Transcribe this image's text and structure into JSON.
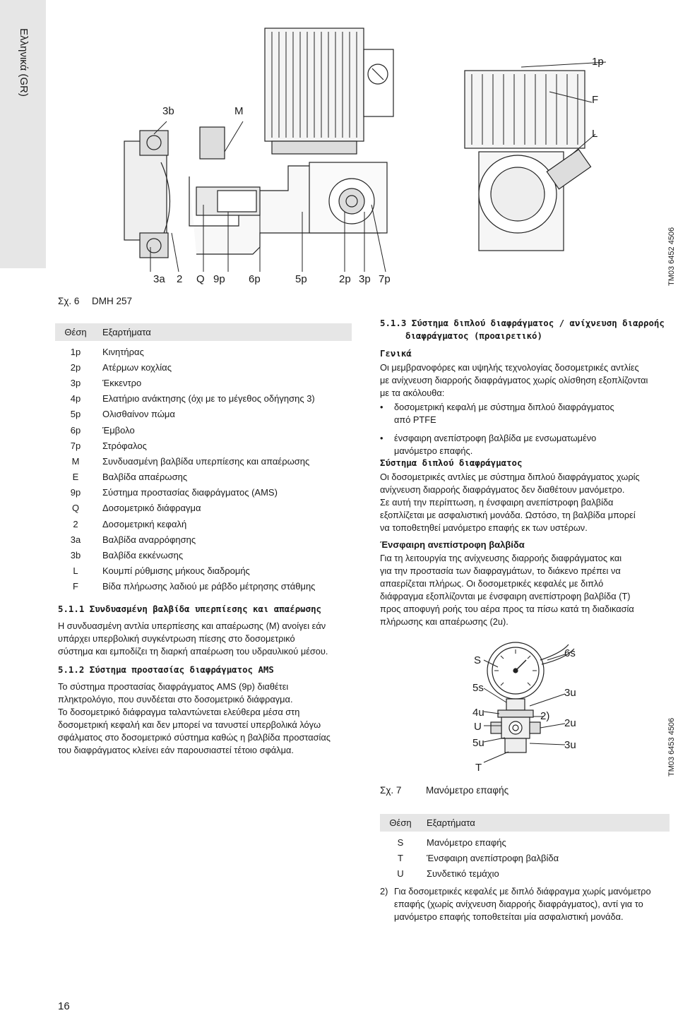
{
  "side_tab": "Ελληνικά (GR)",
  "figure6": {
    "labels_top": [
      "3b",
      "M",
      "1p",
      "F",
      "L"
    ],
    "labels_bottom": [
      "3a",
      "2",
      "Q",
      "9p",
      "6p",
      "5p",
      "2p",
      "3p",
      "7p"
    ],
    "doc_code": "TM03 6452 4506",
    "caption_number": "Σχ. 6",
    "caption_text": "DMH 257"
  },
  "parts_table": {
    "header_pos": "Θέση",
    "header_item": "Εξαρτήματα",
    "rows": [
      [
        "1p",
        "Κινητήρας"
      ],
      [
        "2p",
        "Ατέρμων κοχλίας"
      ],
      [
        "3p",
        "Έκκεντρο"
      ],
      [
        "4p",
        "Ελατήριο ανάκτησης (όχι με το μέγεθος οδήγησης 3)"
      ],
      [
        "5p",
        "Ολισθαίνον πώμα"
      ],
      [
        "6p",
        "Έμβολο"
      ],
      [
        "7p",
        "Στρόφαλος"
      ],
      [
        "M",
        "Συνδυασμένη βαλβίδα υπερπίεσης και απαέρωσης"
      ],
      [
        "E",
        "Βαλβίδα απαέρωσης"
      ],
      [
        "9p",
        "Σύστημα προστασίας διαφράγματος (AMS)"
      ],
      [
        "Q",
        "Δοσομετρικό διάφραγμα"
      ],
      [
        "2",
        "Δοσομετρική κεφαλή"
      ],
      [
        "3a",
        "Βαλβίδα αναρρόφησης"
      ],
      [
        "3b",
        "Βαλβίδα εκκένωσης"
      ],
      [
        "L",
        "Κουμπί ρύθμισης μήκους διαδρομής"
      ],
      [
        "F",
        "Βίδα πλήρωσης λαδιού με ράβδο μέτρησης στάθμης"
      ]
    ]
  },
  "section_511": {
    "heading": "5.1.1 Συνδυασμένη βαλβίδα υπερπίεσης και απαέρωσης",
    "lines": [
      "Η συνδυασμένη αντλία υπερπίεσης και απαέρωσης (M) ανοίγει εάν",
      "υπάρχει υπερβολική συγκέντρωση πίεσης στο δοσομετρικό",
      "σύστημα και εμποδίζει τη διαρκή απαέρωση του υδραυλικού μέσου."
    ]
  },
  "section_512": {
    "heading": "5.1.2 Σύστημα προστασίας διαφράγματος AMS",
    "para1": [
      "Το σύστημα προστασίας διαφράγματος AMS (9p) διαθέτει",
      "πληκτρολόγιο, που συνδέεται στο δοσομετρικό διάφραγμα."
    ],
    "para2": [
      "Το δοσομετρικό διάφραγμα ταλαντώνεται ελεύθερα μέσα στη",
      "δοσομετρική κεφαλή και δεν μπορεί να τανυστεί υπερβολικά λόγω",
      "σφάλματος στο δοσομετρικό σύστημα καθώς η βαλβίδα προστασίας",
      "του διαφράγματος κλείνει εάν παρουσιαστεί τέτοιο σφάλμα."
    ]
  },
  "section_513": {
    "heading_line1": "5.1.3 Σύστημα διπλού διαφράγματος / ανίχνευση διαρροής",
    "heading_line2": "διαφράγματος (προαιρετικό)",
    "general_heading": "Γενικά",
    "general_lines": [
      "Οι μεμβρανοφόρες και υψηλής τεχνολογίας δοσομετρικές αντλίες",
      "με ανίχνευση διαρροής διαφράγματος χωρίς ολίσθηση εξοπλίζονται",
      "με τα ακόλουθα:"
    ],
    "bullets": [
      [
        "δοσομετρική κεφαλή με σύστημα διπλού διαφράγματος",
        "από PTFE"
      ],
      [
        "ένσφαιρη ανεπίστροφη βαλβίδα με ενσωματωμένο",
        "μανόμετρο επαφής."
      ]
    ],
    "double_heading": "Σύστημα διπλού διαφράγματος",
    "double_para1": [
      "Οι δοσομετρικές αντλίες με σύστημα διπλού διαφράγματος χωρίς",
      "ανίχνευση διαρροής διαφράγματος δεν διαθέτουν μανόμετρο."
    ],
    "double_para2": [
      "Σε αυτή την περίπτωση, η ένσφαιρη ανεπίστροφη βαλβίδα",
      "εξοπλίζεται με ασφαλιστική μονάδα. Ωστόσο, τη βαλβίδα μπορεί",
      "να τοποθετηθεί μανόμετρο επαφής εκ των υστέρων."
    ],
    "ball_heading": "Ένσφαιρη ανεπίστροφη βαλβίδα",
    "ball_lines": [
      "Για τη λειτουργία της ανίχνευσης διαρροής διαφράγματος και",
      "για την προστασία των διαφραγμάτων, το διάκενο πρέπει να",
      "απαερίζεται πλήρως. Οι δοσομετρικές κεφαλές με διπλό",
      "διάφραγμα εξοπλίζονται με ένσφαιρη ανεπίστροφη βαλβίδα (T)",
      "προς αποφυγή ροής του αέρα προς τα πίσω κατά τη διαδικασία",
      "πλήρωσης και απαέρωσης (2u)."
    ]
  },
  "figure7": {
    "labels_left": [
      "S",
      "5s",
      "4u",
      "U",
      "5u",
      "T"
    ],
    "labels_right": [
      "6s",
      "3u",
      "2)",
      "2u",
      "3u"
    ],
    "doc_code": "TM03 6453 4506",
    "caption_number": "Σχ. 7",
    "caption_text": "Μανόμετρο επαφής"
  },
  "parts_table2": {
    "header_pos": "Θέση",
    "header_item": "Εξαρτήματα",
    "rows": [
      [
        "S",
        "Μανόμετρο επαφής"
      ],
      [
        "T",
        "Ένσφαιρη ανεπίστροφη βαλβίδα"
      ],
      [
        "U",
        "Συνδετικό τεμάχιο"
      ]
    ]
  },
  "footnote": {
    "number": "2)",
    "lines": [
      "Για δοσομετρικές κεφαλές με διπλό διάφραγμα χωρίς μανόμετρο",
      "επαφής (χωρίς ανίχνευση διαρροής διαφράγματος), αντί για το",
      "μανόμετρο επαφής τοποθετείται μία ασφαλιστική μονάδα."
    ]
  },
  "page_number": "16"
}
